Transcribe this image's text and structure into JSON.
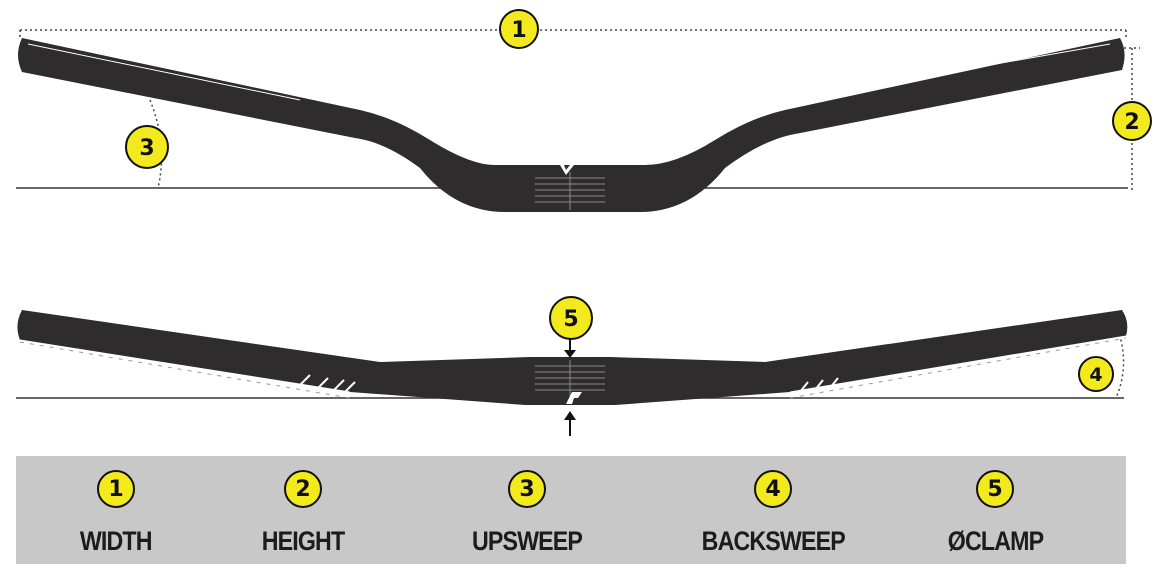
{
  "diagram": {
    "colors": {
      "bar": "#2e2c2d",
      "badge": "#f2ea1c",
      "legend_bg": "#c8c8c8",
      "line": "#333333"
    },
    "markers": {
      "width": "1",
      "height": "2",
      "upsweep": "3",
      "backsweep": "4",
      "clamp": "5"
    }
  },
  "legend": {
    "items": [
      {
        "number": "1",
        "label": "WIDTH"
      },
      {
        "number": "2",
        "label": "HEIGHT"
      },
      {
        "number": "3",
        "label": "UPSWEEP"
      },
      {
        "number": "4",
        "label": "BACKSWEEP"
      },
      {
        "number": "5",
        "label": "ØCLAMP"
      }
    ]
  }
}
